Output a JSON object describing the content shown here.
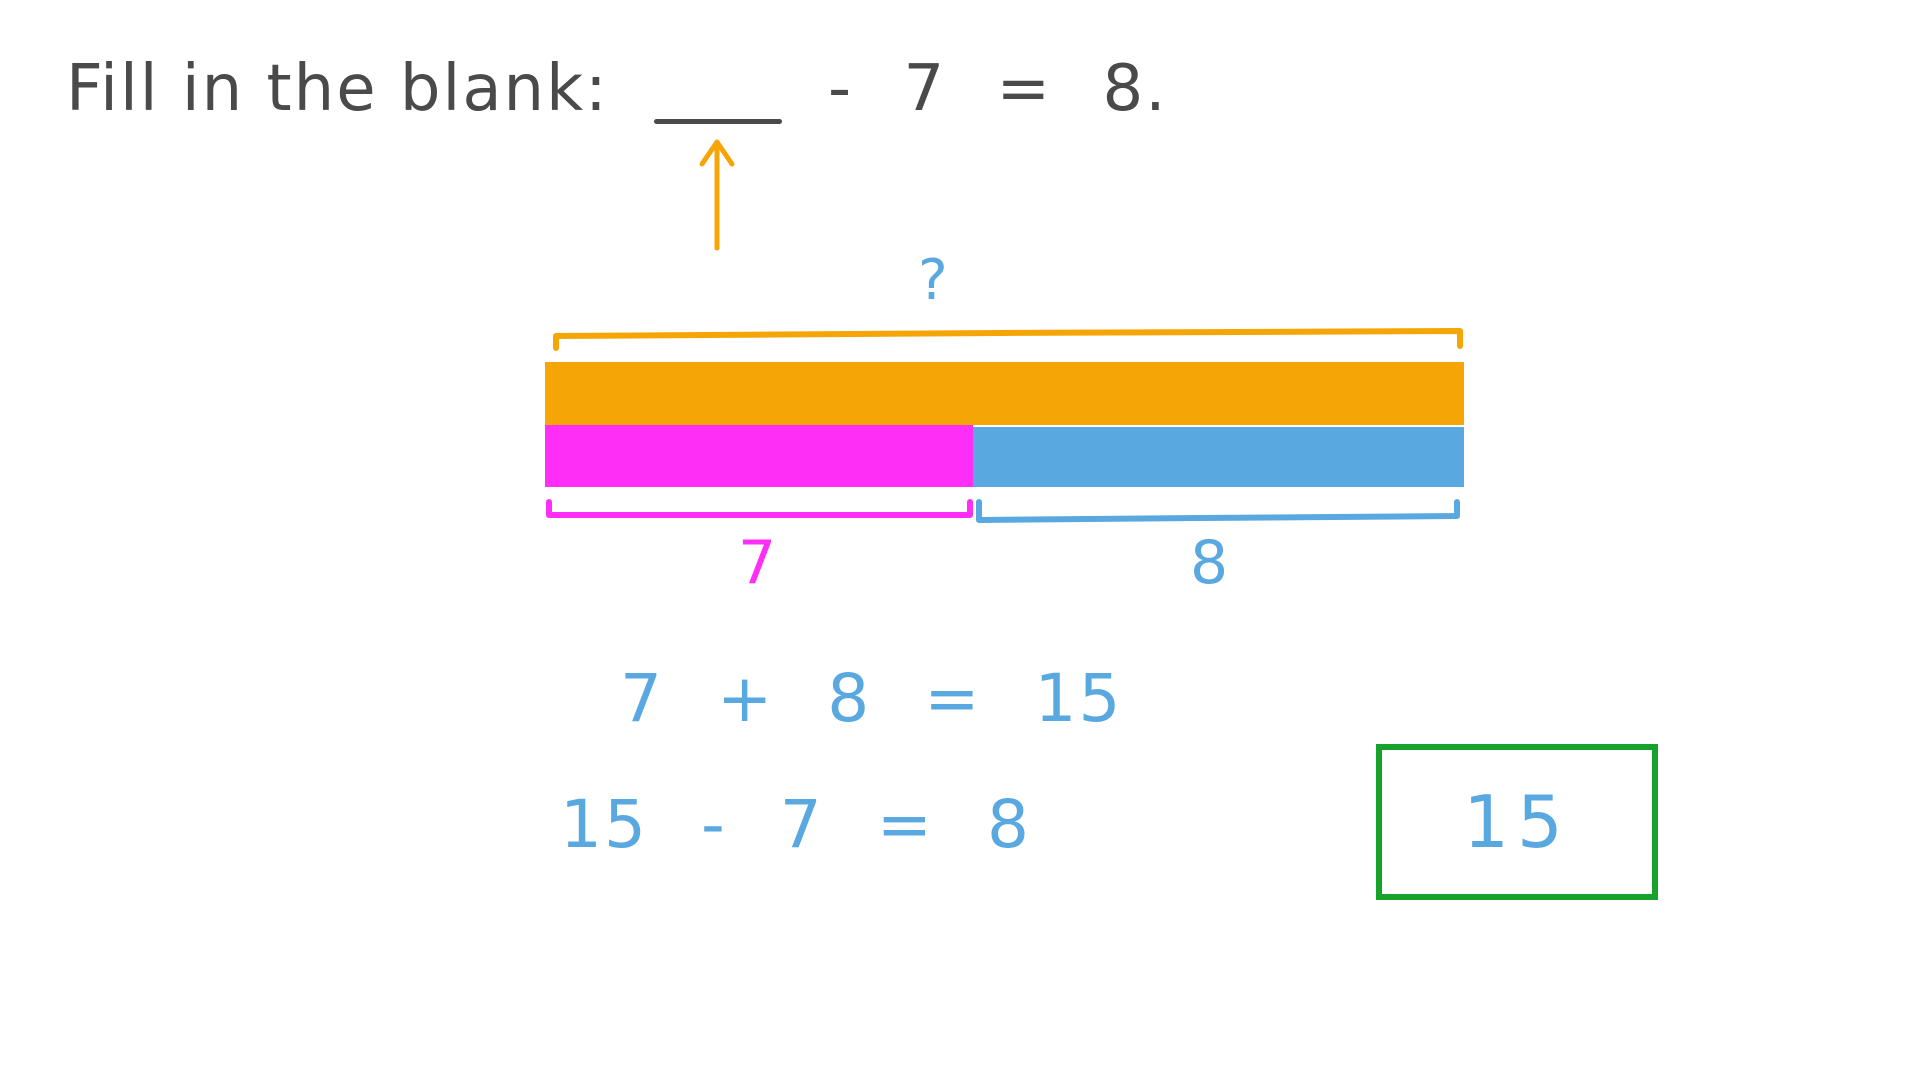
{
  "question": {
    "prompt": "Fill in the blank:",
    "equation_tail": "- 7 = 8.",
    "blank": "___"
  },
  "colors": {
    "text": "#4a4a4a",
    "total": "#f5a506",
    "part_a": "#ff2ef7",
    "part_b": "#5aa8e0",
    "answer_box": "#17a32b"
  },
  "bar_model": {
    "total_label": "?",
    "parts": [
      {
        "label": "7",
        "value": 7
      },
      {
        "label": "8",
        "value": 8
      }
    ]
  },
  "working": {
    "line1": "7 + 8 = 15",
    "line2": "15 - 7 = 8"
  },
  "answer": "15"
}
